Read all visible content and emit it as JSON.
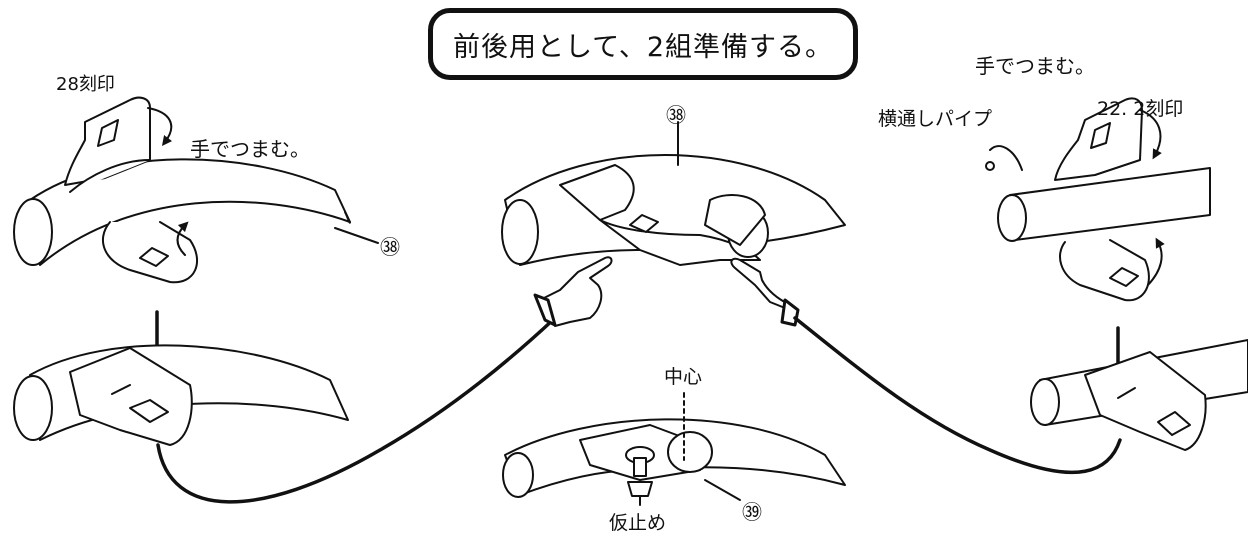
{
  "title": "前後用として、2組準備する。",
  "labels": {
    "stamp_28": "28刻印",
    "pinch_left": "手でつまむ。",
    "part_38_left": "㊳",
    "part_38_center": "㊳",
    "pinch_right": "手でつまむ。",
    "cross_pipe": "横通しパイプ",
    "stamp_22_2": "22. 2刻印",
    "center": "中心",
    "part_39": "㊴",
    "temp_fix": "仮止め"
  }
}
